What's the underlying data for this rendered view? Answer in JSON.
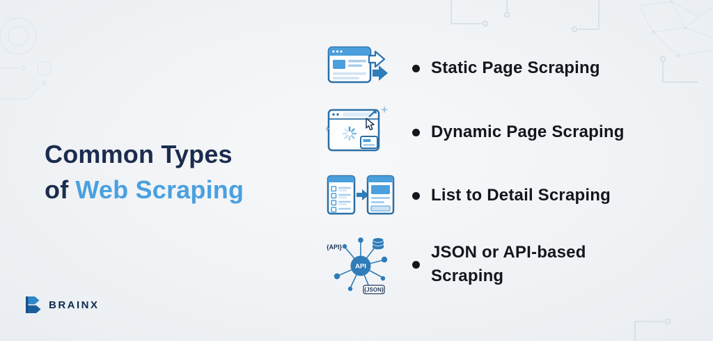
{
  "title": {
    "line1": "Common Types",
    "line2_prefix": "of",
    "line2_highlight": "Web Scraping"
  },
  "items": [
    {
      "label": "Static Page Scraping",
      "icon": "static-page-icon"
    },
    {
      "label": "Dynamic Page Scraping",
      "icon": "dynamic-page-icon"
    },
    {
      "label": "List to Detail Scraping",
      "icon": "list-detail-icon"
    },
    {
      "label": "JSON or API-based Scraping",
      "icon": "api-hub-icon"
    }
  ],
  "icon_labels": {
    "api_center": "API",
    "api_brace": "{API}",
    "json_brace": "{JSON}"
  },
  "logo": {
    "brand": "BRAINX"
  },
  "colors": {
    "background": "#eef1f4",
    "title_dark": "#1c2c4e",
    "title_accent": "#4aa0e0",
    "item_text": "#15151d",
    "icon_border_blue": "#2a6ea6",
    "icon_fill_blue": "#4a9fdc",
    "icon_light_blue": "#a9cdec",
    "circuit_gray": "#d2dbe4"
  }
}
